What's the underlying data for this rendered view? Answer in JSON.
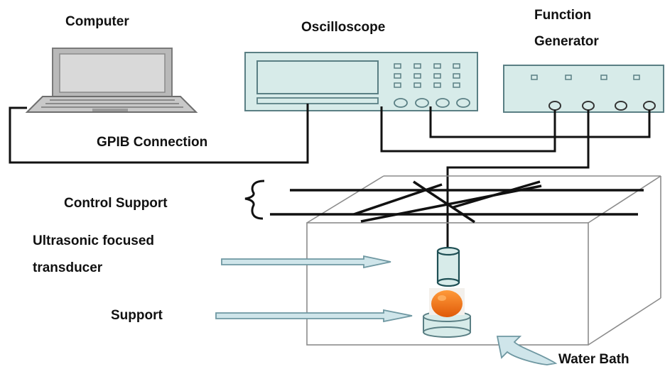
{
  "labels": {
    "computer": "Computer",
    "oscilloscope": "Oscilloscope",
    "function_generator_line1": "Function",
    "function_generator_line2": "Generator",
    "gpib_connection": "GPIB Connection",
    "control_support": "Control Support",
    "transducer_line1": "Ultrasonic focused",
    "transducer_line2": "transducer",
    "support": "Support",
    "water_bath": "Water Bath"
  },
  "colors": {
    "device_fill": "#d7ebe9",
    "device_stroke": "#5a7f84",
    "arrow_fill": "#cfe5ea",
    "arrow_stroke": "#6f98a2",
    "sample_orange": "#f07818",
    "cable": "#111111"
  }
}
